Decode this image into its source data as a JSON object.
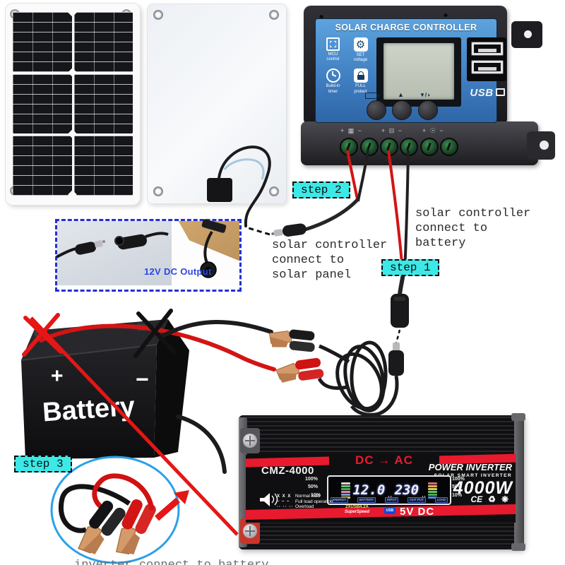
{
  "colors": {
    "step_bg": "#3ce9e7",
    "dashed_box_blue": "#2430cf",
    "annotation_red": "#e51616",
    "controller_blue": "#3e86c9",
    "inverter_red": "#e8192c",
    "dc_output_text": "#2a46e8",
    "circle_blue": "#2aa0e8"
  },
  "steps": {
    "step1": "step 1",
    "step2": "step 2",
    "step3": "step 3"
  },
  "annotations": {
    "connect_panel": "solar controller\nconnect to\nsolar panel",
    "connect_battery": "solar controller\nconnect to\nbattery",
    "dc_output": "12V DC Output",
    "bottom_cutoff": "inverter connect to battery"
  },
  "controller": {
    "title": "SOLAR CHARGE CONTROLLER",
    "features": [
      "MCU\ncontrol",
      "SET\nvoltage",
      "Build-in\ntimer",
      "FULL\nprotect"
    ],
    "usb_label": "USB",
    "button_up": "▲",
    "button_down": "▼/◑",
    "terminal_symbols": [
      "+ ▦ −",
      "+ ⊟ −",
      "+ ☉ −"
    ]
  },
  "battery": {
    "label": "Battery",
    "plus": "+",
    "minus": "−"
  },
  "inverter": {
    "model": "CMZ-4000",
    "dc_ac": "DC → AC",
    "brand": "POWER INVERTER",
    "sub_brand": "SOLAR SMART INVERTER",
    "power": "4000W",
    "scale": [
      "100%",
      "50%",
      "10%"
    ],
    "display": {
      "left_value": "12.0",
      "right_value": "230",
      "unit": "v",
      "tags": [
        "ENERGY",
        "BATTERY",
        "INPUT",
        "OUT PUT",
        "LOAD"
      ]
    },
    "legend": [
      {
        "sym": "X X X",
        "label": "Normal load"
      },
      {
        "sym": "– – –",
        "label": "Full load operation"
      },
      {
        "sym": "·· ·· ··",
        "label": "Overload"
      }
    ],
    "usb_line1": "2XUSB4.2A",
    "usb_line2": "SuperSpeed",
    "usb_badge": "USB",
    "dc5": "5V DC",
    "certs": [
      "CE",
      "♻",
      "❋"
    ]
  }
}
